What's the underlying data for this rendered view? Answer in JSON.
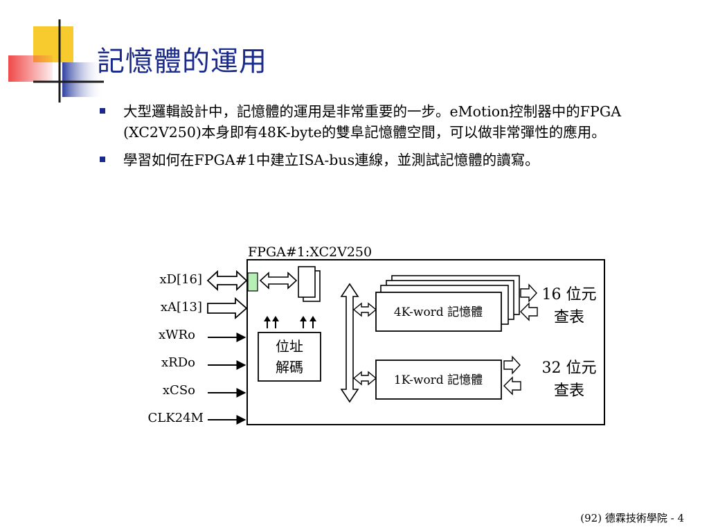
{
  "slide": {
    "title": "記憶體的運用",
    "bullets": [
      "大型邏輯設計中，記憶體的運用是非常重要的一步。eMotion控制器中的FPGA (XC2V250)本身即有48K-byte的雙阜記憶體空間，可以做非常彈性的應用。",
      "學習如何在FPGA#1中建立ISA-bus連線，並測試記憶體的讀寫。"
    ],
    "footer": "(92) 德霖技術學院 - 4"
  },
  "diagram": {
    "chip_label": "FPGA#1:XC2V250",
    "signals": {
      "xd": "xD[16]",
      "xa": "xA[13]",
      "xwr": "xWRo",
      "xrd": "xRDo",
      "xcs": "xCSo",
      "clk": "CLK24M"
    },
    "decoder": [
      "位址",
      "解碼"
    ],
    "mem4k": "4K-word 記憶體",
    "mem1k": "1K-word 記憶體",
    "lut16": [
      "16 位元",
      "查表"
    ],
    "lut32": [
      "32 位元",
      "查表"
    ]
  },
  "colors": {
    "title": "#1a2a8c",
    "deco_yellow": "#f7cb2e",
    "deco_red": "#ef4a4a",
    "deco_blue": "#2d3fa0",
    "buffer_fill": "#b6f0b6"
  }
}
